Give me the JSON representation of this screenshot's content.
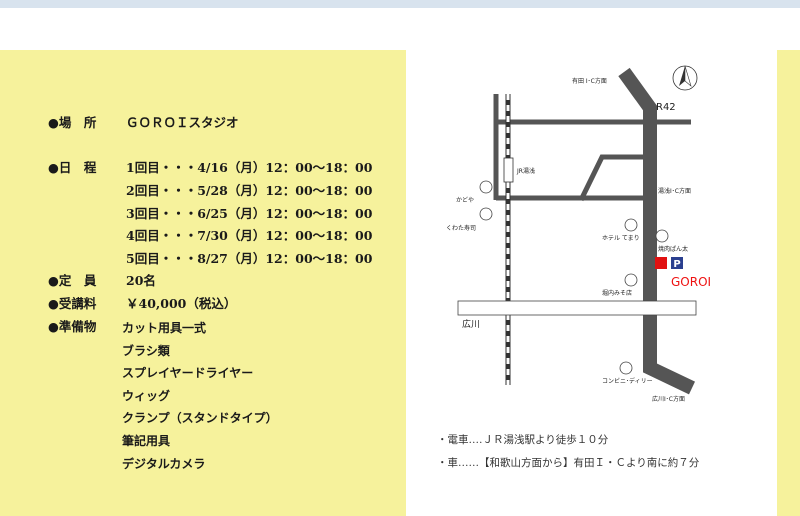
{
  "info": {
    "place_label": "●場　所",
    "place_value": "ＧＯＲＯＩスタジオ",
    "schedule_label": "●日　程",
    "schedule": [
      "1回目・・・4/16（月）12：00～18：00",
      "2回目・・・5/28（月）12：00～18：00",
      "3回目・・・6/25（月）12：00～18：00",
      "4回目・・・7/30（月）12：00～18：00",
      "5回目・・・8/27（月）12：00～18：00"
    ],
    "capacity_label": "●定　員",
    "capacity_value": "20名",
    "fee_label": "●受講料",
    "fee_value": "￥40,000（税込）",
    "items_label": "●準備物",
    "items": [
      "カット用具一式",
      "ブラシ類",
      "スプレイヤードライヤー",
      "ウィッグ",
      "クランプ（スタンドタイプ）",
      "筆記用具",
      "デジタルカメラ"
    ]
  },
  "map": {
    "labels": {
      "arida_ic": "有田 I･C方面",
      "r42": "R42",
      "jr_yuasa": "JR湯浅",
      "kadoya": "かどや",
      "kuwata": "くわた寿司",
      "yuasa_ic": "湯浅I･C方面",
      "hotel": "ホテル てまり",
      "yakiniku": "焼肉ぱん太",
      "parking": "P",
      "goroi": "GOROI",
      "horiuchi": "堀内みそ店",
      "hirokawa": "広川",
      "convenience": "コンビニ･ディリー",
      "hirokawa_ic": "広川I･C方面"
    },
    "colors": {
      "road": "#555555",
      "marker": "#e11111",
      "parking": "#2a3f8f"
    }
  },
  "access": {
    "train": "・電車‥‥ＪＲ湯浅駅より徒歩１０分",
    "car": "・車‥‥‥【和歌山方面から】有田Ｉ・Ｃより南に約７分"
  }
}
